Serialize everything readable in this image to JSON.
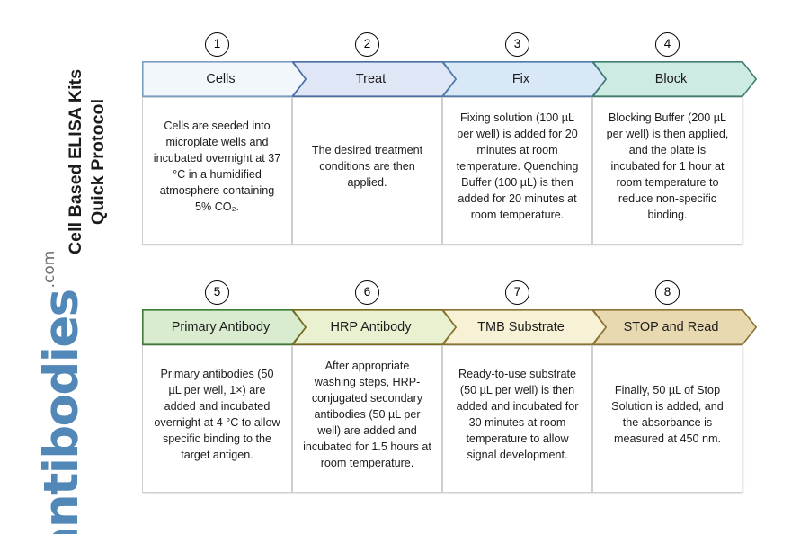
{
  "branding": {
    "vertical_title": "Cell Based ELISA Kits\nQuick Protocol",
    "logo_name": "antibodies",
    "logo_tld": ".com",
    "logo_color": "#5288b8"
  },
  "rows": [
    {
      "row_id": "row-1",
      "steps": [
        {
          "number": "1",
          "label": "Cells",
          "fill": "#f2f7fc",
          "stroke": "#7b9fc4",
          "description": "Cells are seeded into microplate wells and incubated overnight at 37 °C in a humidified atmosphere containing 5% CO₂."
        },
        {
          "number": "2",
          "label": "Treat",
          "fill": "#dfe7f6",
          "stroke": "#4e6da3",
          "description": "The desired treatment conditions are then applied."
        },
        {
          "number": "3",
          "label": "Fix",
          "fill": "#d9e8f6",
          "stroke": "#4f7ca8",
          "description": "Fixing solution (100 µL per well) is added for 20 minutes at room temperature. Quenching Buffer (100 µL) is then added for 20 minutes at room temperature."
        },
        {
          "number": "4",
          "label": "Block",
          "fill": "#cdeae3",
          "stroke": "#3f7d72",
          "description": "Blocking Buffer (200 µL per well) is then applied, and the plate is incubated for 1 hour at room temperature to reduce non-specific binding."
        }
      ]
    },
    {
      "row_id": "row-2",
      "steps": [
        {
          "number": "5",
          "label": "Primary Antibody",
          "fill": "#d9ecd0",
          "stroke": "#3f7d35",
          "description": "Primary antibodies (50 µL per well, 1×) are added and incubated overnight at 4 °C to allow specific binding to the target antigen."
        },
        {
          "number": "6",
          "label": "HRP Antibody",
          "fill": "#e9f1d1",
          "stroke": "#7a6a1f",
          "description": "After appropriate washing steps, HRP-conjugated secondary antibodies (50 µL per well) are added and incubated for 1.5 hours at room temperature."
        },
        {
          "number": "7",
          "label": "TMB Substrate",
          "fill": "#f7f2d6",
          "stroke": "#8a7434",
          "description": "Ready-to-use substrate (50 µL per well) is then added and incubated for 30 minutes at room temperature to allow signal development."
        },
        {
          "number": "8",
          "label": "STOP and Read",
          "fill": "#e8d9b1",
          "stroke": "#8a7434",
          "description": "Finally, 50 µL of Stop Solution is added, and the absorbance is measured at 450 nm."
        }
      ]
    }
  ]
}
